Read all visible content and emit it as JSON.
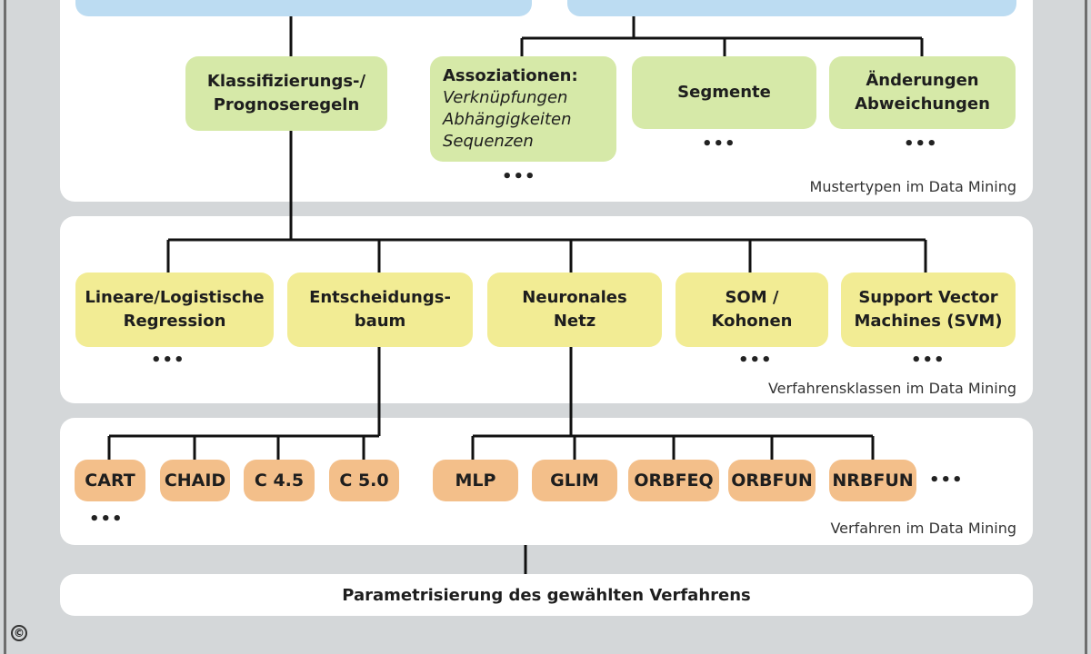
{
  "patterns": {
    "caption": "Mustertypen im Data Mining",
    "classification": "Klassifizierungs-/\nPrognoseregeln",
    "associations_title": "Assoziationen:",
    "associations_items": [
      "Verknüpfungen",
      "Abhängigkeiten",
      "Sequenzen"
    ],
    "segments": "Segmente",
    "changes": "Änderungen\nAbweichungen"
  },
  "classes": {
    "caption": "Verfahrensklassen im Data Mining",
    "items": [
      "Lineare/Logistische\nRegression",
      "Entscheidungs-\nbaum",
      "Neuronales\nNetz",
      "SOM /\nKohonen",
      "Support Vector\nMachines (SVM)"
    ]
  },
  "methods": {
    "caption": "Verfahren im Data Mining",
    "tree_methods": [
      "CART",
      "CHAID",
      "C 4.5",
      "C 5.0"
    ],
    "nn_methods": [
      "MLP",
      "GLIM",
      "ORBFEQ",
      "ORBFUN",
      "NRBFUN"
    ]
  },
  "ellipsis": "•••",
  "parametrization": "Parametrisierung des gewählten Verfahrens",
  "copyright": "©",
  "colors": {
    "pattern_box": "#d6e9a8",
    "class_box": "#f2ec94",
    "method_box": "#f3bf8a",
    "top_box": "#bcdcf2"
  }
}
